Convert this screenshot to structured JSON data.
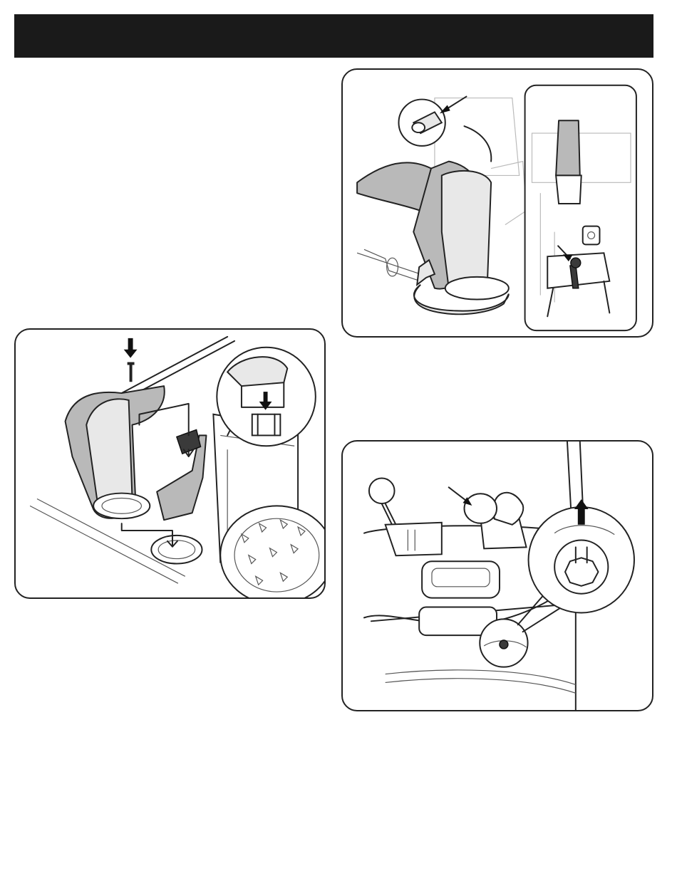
{
  "header": {
    "color": "#1a1a1a"
  },
  "figures": [
    {
      "id": "fig-chute-install",
      "content": "chute-assembly-illustration"
    },
    {
      "id": "fig-chute-rotate",
      "content": "chute-rotation-illustration"
    },
    {
      "id": "fig-dash-control",
      "content": "dashboard-control-illustration"
    }
  ],
  "icons": [
    "screw-icon",
    "down-arrow-icon",
    "rotation-arrow-icon",
    "up-arrow-icon",
    "callout-arrow-icon"
  ]
}
